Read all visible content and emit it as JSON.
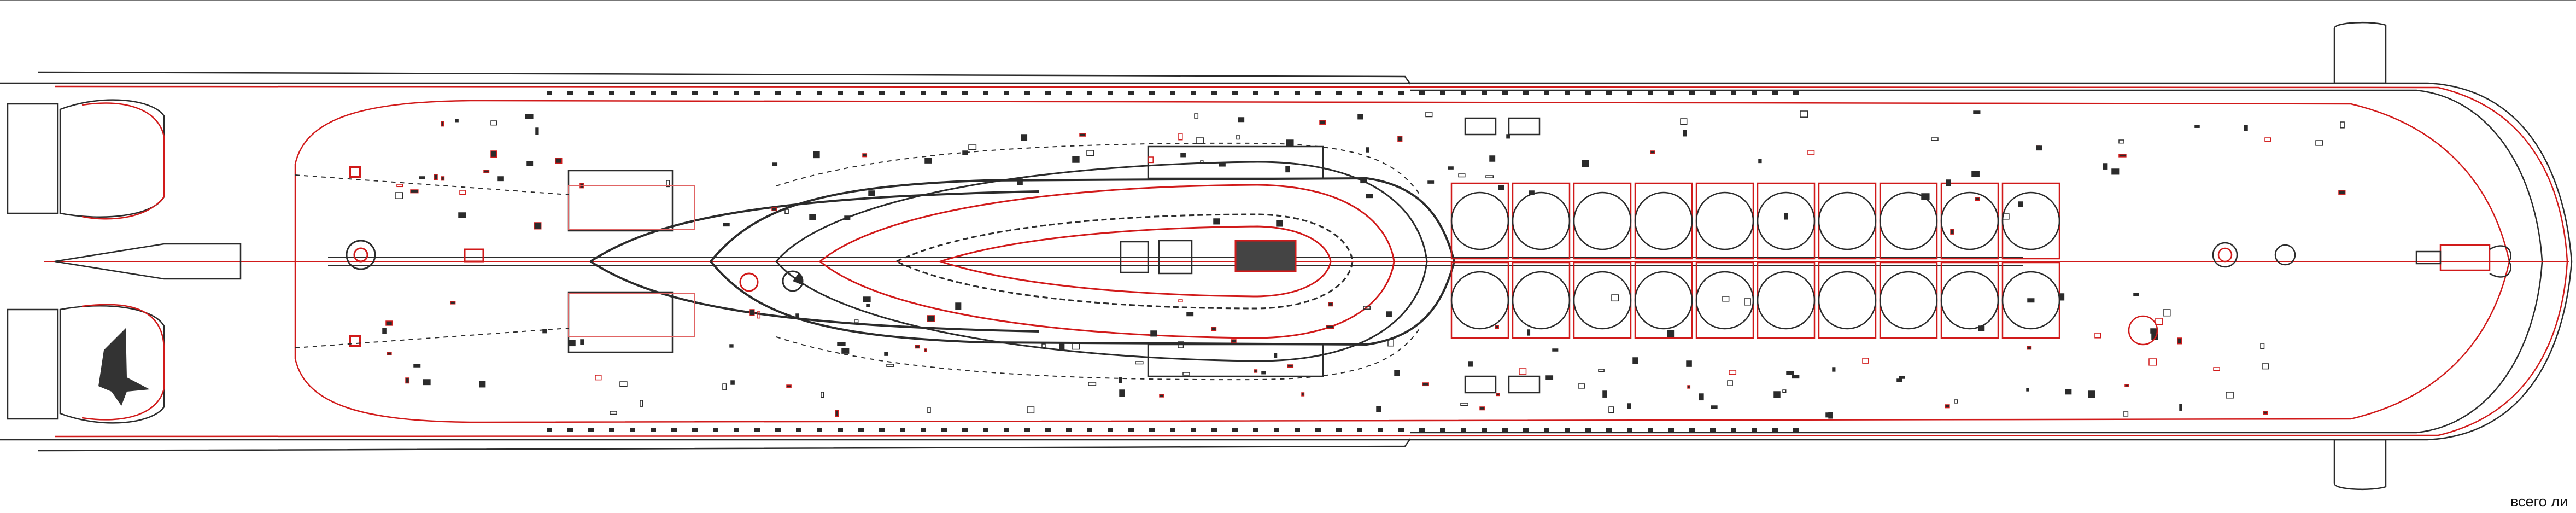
{
  "drawing": {
    "corner_note": "всего ли",
    "colors": {
      "ink": "#2b2b2b",
      "red": "#d11a1a",
      "pale_red": "#e06464",
      "background": "#ffffff"
    },
    "launch_tubes": {
      "count_per_side": 10,
      "sides": 2
    }
  }
}
